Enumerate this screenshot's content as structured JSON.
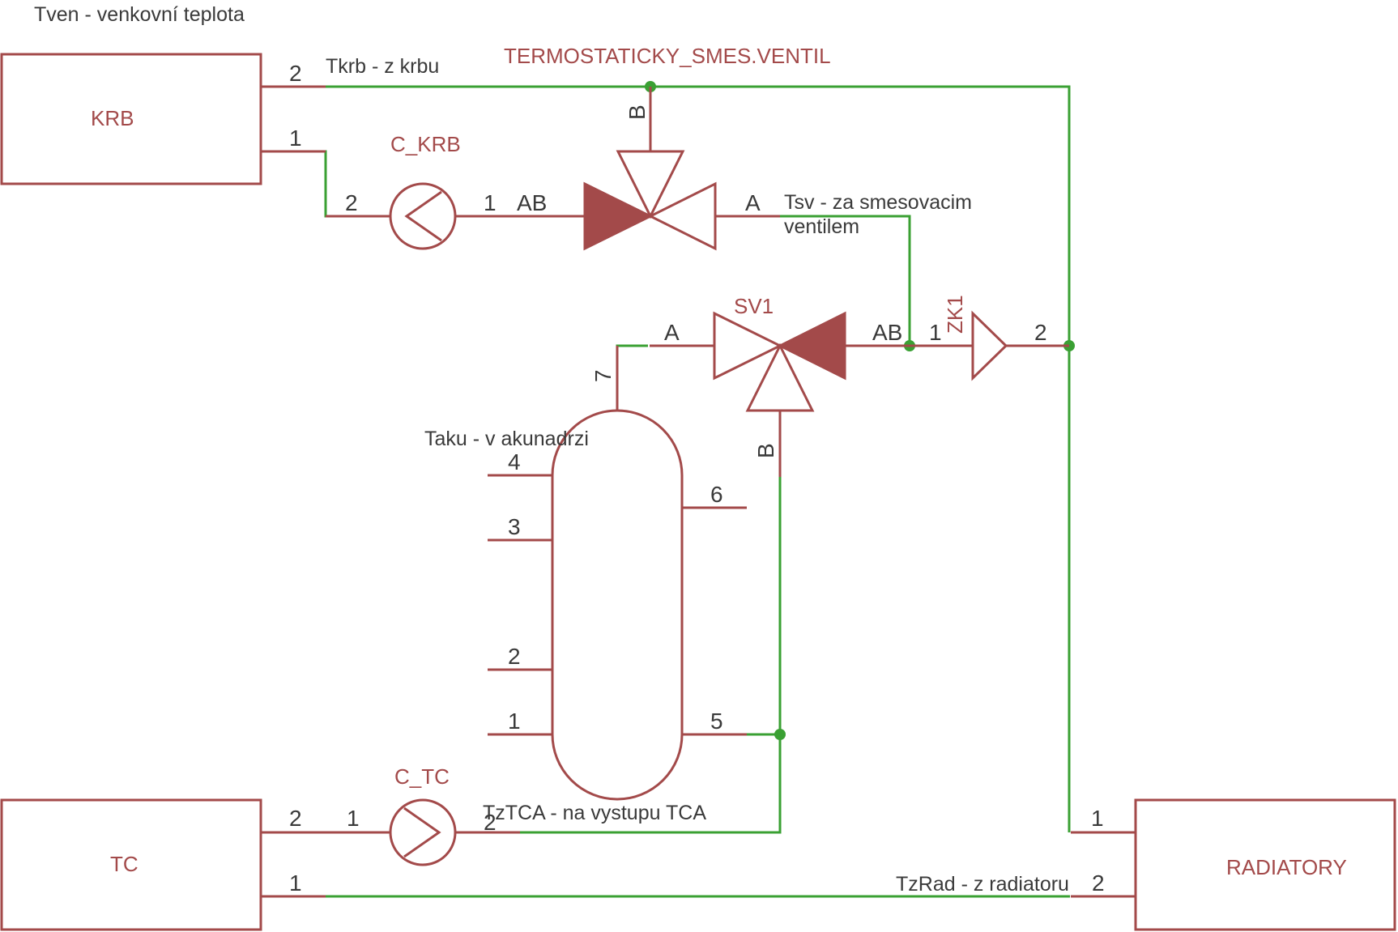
{
  "labels": {
    "outdoor_temp": "Tven - venkovní teplota",
    "tkrb": "Tkrb - z krbu",
    "thermo_valve": "TERMOSTATICKY_SMES.VENTIL",
    "krb": "KRB",
    "c_krb": "C_KRB",
    "tsv_line1": "Tsv - za smesovacim",
    "tsv_line2": "ventilem",
    "sv1": "SV1",
    "zk1": "ZK1",
    "taku": "Taku - v akunadrzi",
    "c_tc": "C_TC",
    "tc": "TC",
    "tztca": "TzTCA - na vystupu TCA",
    "radiatory": "RADIATORY",
    "tzrad": "TzRad - z radiatoru"
  },
  "pins": {
    "krb_2": "2",
    "krb_1": "1",
    "ckrb_2": "2",
    "ckrb_1": "1",
    "tv_ab": "AB",
    "tv_a": "A",
    "tv_b": "B",
    "sv1_a": "A",
    "sv1_ab": "AB",
    "sv1_b": "B",
    "zk1_1": "1",
    "zk1_2": "2",
    "tank_7": "7",
    "tank_4": "4",
    "tank_3": "3",
    "tank_2": "2",
    "tank_1": "1",
    "tank_6": "6",
    "tank_5": "5",
    "tc_2": "2",
    "tc_1": "1",
    "ctc_1": "1",
    "ctc_2": "2",
    "rad_1": "1",
    "rad_2": "2"
  }
}
